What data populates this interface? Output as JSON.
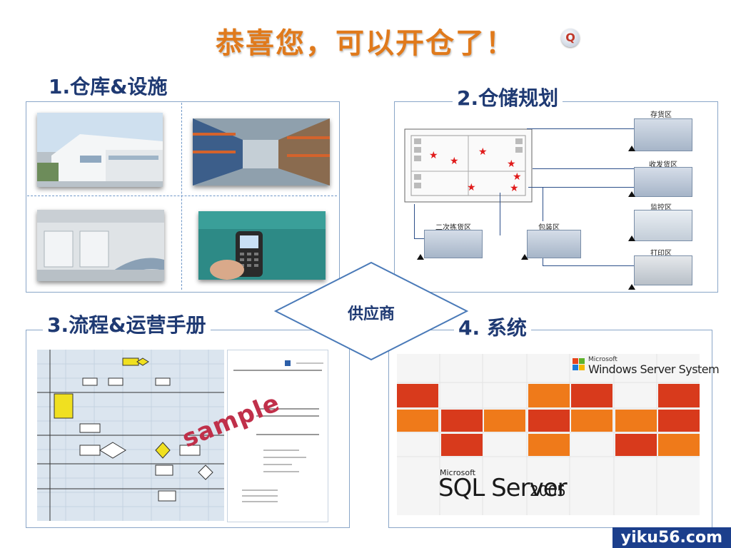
{
  "slide": {
    "title": "恭喜您，可以开仓了！",
    "q_badge": "Q"
  },
  "sections": {
    "facilities": "1.仓库&设施",
    "planning": "2.仓储规划",
    "process": "3.流程&运营手册",
    "system": "4. 系统"
  },
  "center": {
    "supplier": "供应商"
  },
  "planning_zones": {
    "storage": "存货区",
    "receiving": "收发货区",
    "monitor": "监控区",
    "print": "打印区",
    "secondary_pick": "二次拣货区",
    "packing": "包装区"
  },
  "manual": {
    "watermark": "sample"
  },
  "system_brand": {
    "ms_small_top": "Microsoft",
    "windows_server": "Windows Server System",
    "ms_small_bottom": "Microsoft",
    "sql_server": "SQL Server",
    "sql_version": "2005"
  },
  "footer": {
    "site": "yiku56.com"
  },
  "colors": {
    "title": "#e07a1c",
    "section_text": "#1f3a73",
    "border": "#8aa6c8",
    "sql_red": "#d83a1c",
    "sql_orange": "#ef7a1a"
  }
}
